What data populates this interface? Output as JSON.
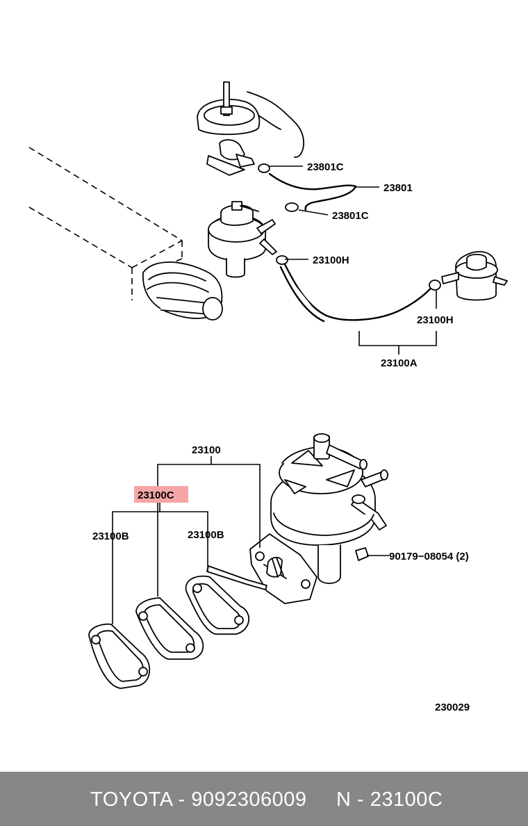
{
  "diagram": {
    "callouts": {
      "c23801c_top": "23801C",
      "c23801": "23801",
      "c23801c_bot": "23801C",
      "c23100h_top": "23100H",
      "c23100h_right": "23100H",
      "c23100a": "23100A",
      "c23100": "23100",
      "c23100c": "23100C",
      "c23100b_left": "23100B",
      "c23100b_right": "23100B",
      "c90179": "90179−08054 (2)"
    },
    "figure_number": "230029",
    "highlight_color": "#f4a6a6"
  },
  "footer": {
    "brand_part": "TOYOTA - 9092306009",
    "ref": "N - 23100C"
  }
}
